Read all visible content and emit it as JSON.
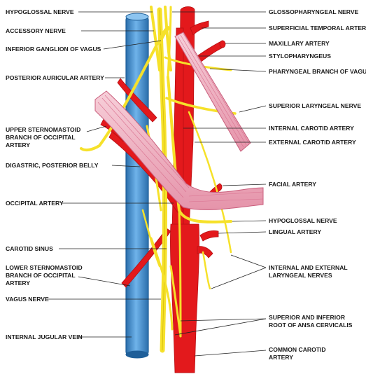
{
  "left_labels": [
    {
      "id": "hypoglossal-nerve-top",
      "lines": [
        "HYPOGLOSSAL NERVE"
      ]
    },
    {
      "id": "accessory-nerve",
      "lines": [
        "ACCESSORY NERVE"
      ]
    },
    {
      "id": "inferior-ganglion-of-vagus",
      "lines": [
        "INFERIOR GANGLION OF VAGUS"
      ]
    },
    {
      "id": "posterior-auricular-artery",
      "lines": [
        "POSTERIOR AURICULAR ARTERY"
      ]
    },
    {
      "id": "upper-sternomastoid-branch",
      "lines": [
        "UPPER STERNOMASTOID",
        "BRANCH OF OCCIPITAL",
        "ARTERY"
      ]
    },
    {
      "id": "digastric-posterior-belly",
      "lines": [
        "DIGASTRIC, POSTERIOR BELLY"
      ]
    },
    {
      "id": "occipital-artery",
      "lines": [
        "OCCIPITAL ARTERY"
      ]
    },
    {
      "id": "carotid-sinus",
      "lines": [
        "CAROTID SINUS"
      ]
    },
    {
      "id": "lower-sternomastoid-branch",
      "lines": [
        "LOWER STERNOMASTOID",
        "BRANCH OF OCCIPITAL",
        "ARTERY"
      ]
    },
    {
      "id": "vagus-nerve",
      "lines": [
        "VAGUS NERVE"
      ]
    },
    {
      "id": "internal-jugular-vein",
      "lines": [
        "INTERNAL JUGULAR VEIN"
      ]
    }
  ],
  "right_labels": [
    {
      "id": "glossopharyngeal-nerve",
      "lines": [
        "GLOSSOPHARYNGEAL NERVE"
      ]
    },
    {
      "id": "superficial-temporal-artery",
      "lines": [
        "SUPERFICIAL TEMPORAL ARTERY"
      ]
    },
    {
      "id": "maxillary-artery",
      "lines": [
        "MAXILLARY ARTERY"
      ]
    },
    {
      "id": "stylopharyngeus",
      "lines": [
        "STYLOPHARYNGEUS"
      ]
    },
    {
      "id": "pharyngeal-branch-of-vagus",
      "lines": [
        "PHARYNGEAL BRANCH OF VAGUS"
      ]
    },
    {
      "id": "superior-laryngeal-nerve",
      "lines": [
        "SUPERIOR LARYNGEAL NERVE"
      ]
    },
    {
      "id": "internal-carotid-artery",
      "lines": [
        "INTERNAL CAROTID ARTERY"
      ]
    },
    {
      "id": "external-carotid-artery",
      "lines": [
        "EXTERNAL CAROTID ARTERY"
      ]
    },
    {
      "id": "facial-artery",
      "lines": [
        "FACIAL ARTERY"
      ]
    },
    {
      "id": "hypoglossal-nerve-right",
      "lines": [
        "HYPOGLOSSAL NERVE"
      ]
    },
    {
      "id": "lingual-artery",
      "lines": [
        "LINGUAL ARTERY"
      ]
    },
    {
      "id": "internal-external-laryngeal-nerves",
      "lines": [
        "INTERNAL AND EXTERNAL",
        "LARYNGEAL NERVES"
      ]
    },
    {
      "id": "ansa-cervicalis-roots",
      "lines": [
        "SUPERIOR AND INFERIOR",
        "ROOT OF ANSA CERVICALIS"
      ]
    },
    {
      "id": "common-carotid-artery",
      "lines": [
        "COMMON CAROTID",
        "ARTERY"
      ]
    }
  ],
  "colors": {
    "artery": "#e3191c",
    "artery_dark": "#b80f12",
    "nerve": "#f6e12a",
    "nerve_outline": "#c9b200",
    "vein": "#4e9ad8",
    "vein_dark": "#1f5f99",
    "muscle": "#f2b8c6",
    "muscle_stripe": "#d9718f",
    "text": "#1a1a1a"
  }
}
